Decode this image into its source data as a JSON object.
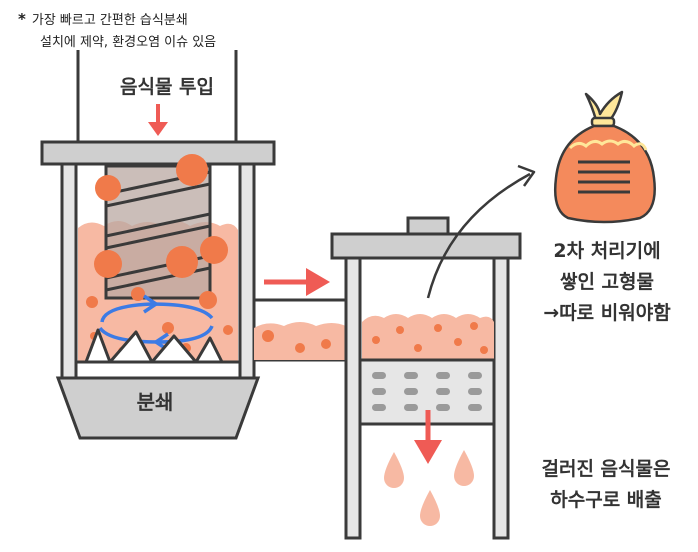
{
  "note": {
    "symbol": "*",
    "line1": "가장 빠르고 간편한 습식분쇄",
    "line2": "설치에 제약, 환경오염 이슈 있음"
  },
  "labels": {
    "food_input": "음식물 투입",
    "crusher": "분쇄",
    "solid_line1": "2차 처리기에",
    "solid_line2": "쌓인 고형물",
    "solid_line3": "→따로 비워야함",
    "liquid_line1": "걸러진 음식물은",
    "liquid_line2": "하수구로 배출"
  },
  "colors": {
    "outline": "#3a3a3a",
    "metal": "#cfcfcf",
    "metal_light": "#e6e6e6",
    "food_pink": "#f7b9a3",
    "food_orange": "#f07a4a",
    "arrow_red": "#ef5b55",
    "swirl_blue": "#3c7be5",
    "bag_orange": "#f48a5c",
    "bag_tie": "#ffe79a"
  }
}
